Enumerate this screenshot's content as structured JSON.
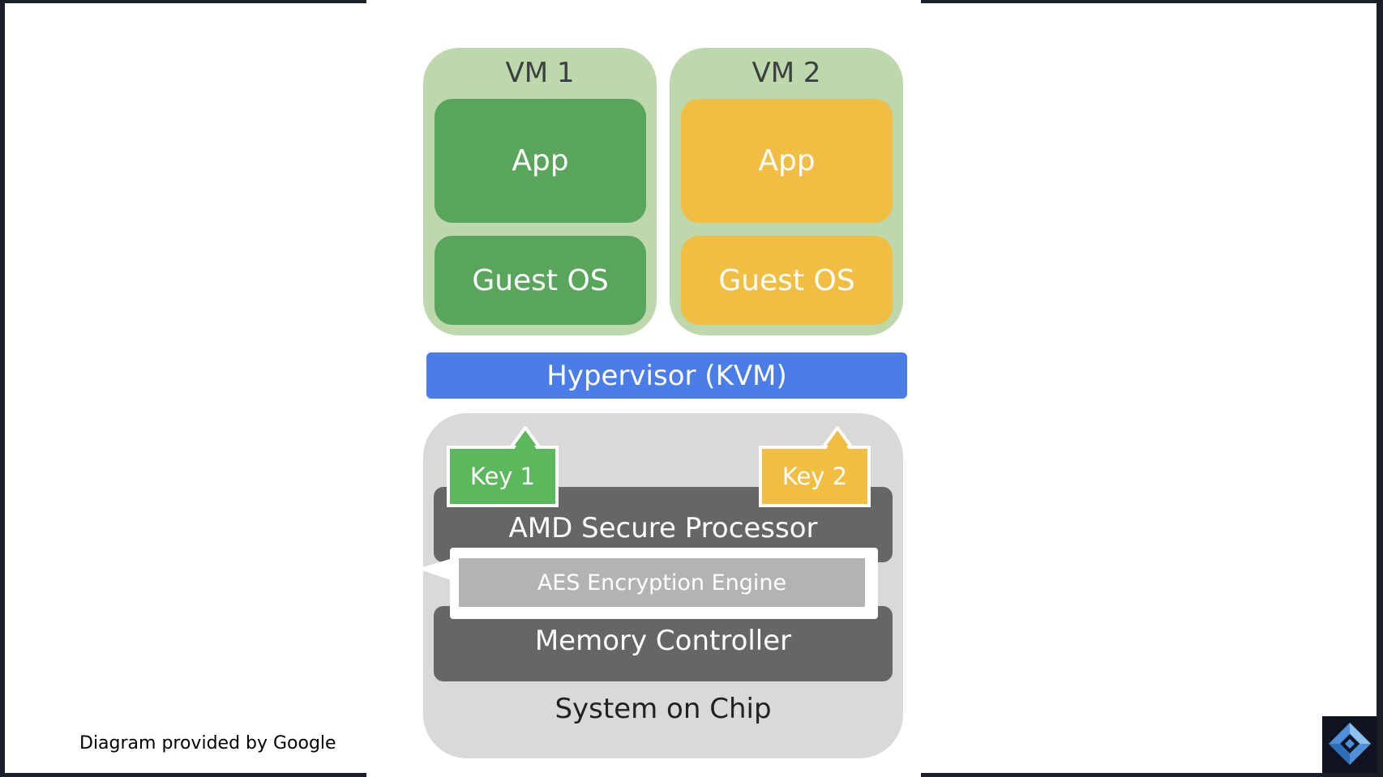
{
  "vm1": {
    "title": "VM 1",
    "app": "App",
    "os": "Guest OS",
    "color": "#5aa55c"
  },
  "vm2": {
    "title": "VM 2",
    "app": "App",
    "os": "Guest OS",
    "color": "#f0be42"
  },
  "hypervisor": {
    "label": "Hypervisor (KVM)",
    "color": "#4a7de8"
  },
  "soc": {
    "key1": "Key 1",
    "key2": "Key 2",
    "secure_processor": "AMD Secure Processor",
    "aes_engine": "AES Encryption Engine",
    "memory_controller": "Memory Controller",
    "label": "System on Chip"
  },
  "caption": "Diagram provided by Google",
  "icons": {
    "logo": "diamond-logo-icon"
  }
}
